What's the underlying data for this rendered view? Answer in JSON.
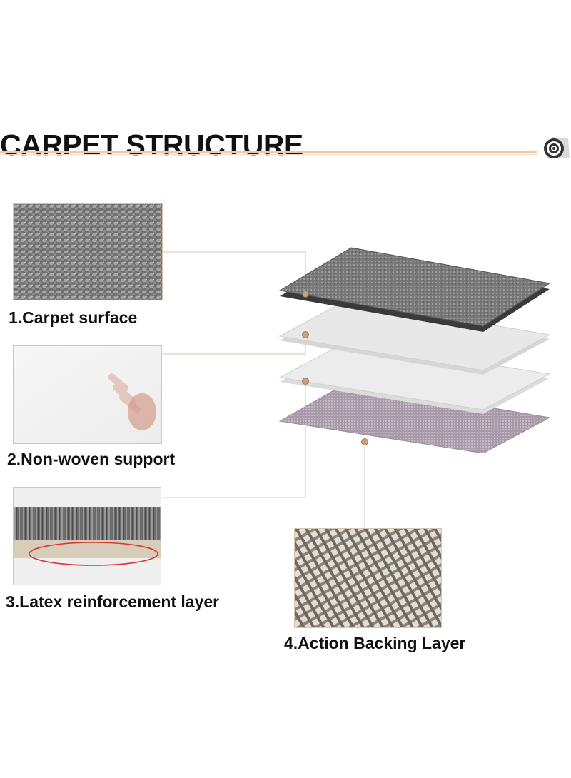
{
  "title": "CARPET STRUCTURE",
  "icons": {
    "roll": "carpet-roll-icon"
  },
  "colors": {
    "accent_line": "#f1c9a8",
    "connector": "#e7cdb5",
    "marker": "#c9a07a"
  },
  "layers": [
    {
      "label": "1.Carpet surface"
    },
    {
      "label": "2.Non-woven support"
    },
    {
      "label": "3.Latex reinforcement layer"
    },
    {
      "label": "4.Action Backing Layer"
    }
  ]
}
